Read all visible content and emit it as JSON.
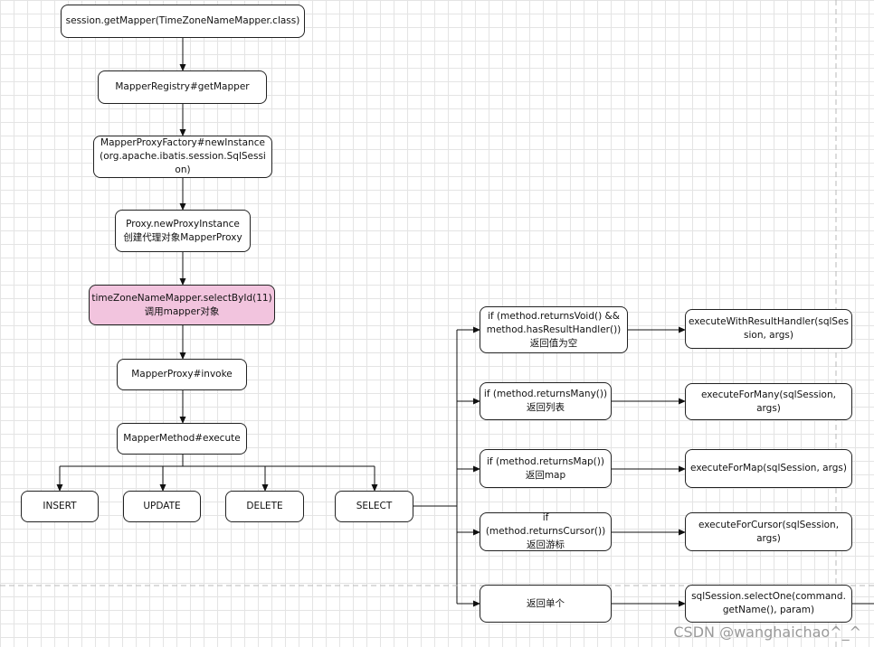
{
  "nodes": {
    "get_mapper": "session.getMapper(TimeZoneNameMapper.class)",
    "registry_get_mapper": "MapperRegistry#getMapper",
    "proxy_factory_new_instance": "MapperProxyFactory#newInstance(org.apache.ibatis.session.SqlSession)",
    "proxy_new_instance": "Proxy.newProxyInstance\n创建代理对象MapperProxy",
    "select_by_id": "timeZoneNameMapper.selectById(11)\n调用mapper对象",
    "mapper_proxy_invoke": "MapperProxy#invoke",
    "mapper_method_execute": "MapperMethod#execute",
    "insert": "INSERT",
    "update": "UPDATE",
    "delete": "DELETE",
    "select": "SELECT",
    "cond_returns_void": "if (method.returnsVoid()  &&\nmethod.hasResultHandler())\n返回值为空",
    "cond_returns_many": "if (method.returnsMany())\n返回列表",
    "cond_returns_map": "if (method.returnsMap())\n返回map",
    "cond_returns_cursor": "if (method.returnsCursor())\n返回游标",
    "cond_single": "返回单个",
    "exec_with_result_handler": "executeWithResultHandler(sqlSession, args)",
    "exec_for_many": "executeForMany(sqlSession, args)",
    "exec_for_map": "executeForMap(sqlSession, args)",
    "exec_for_cursor": "executeForCursor(sqlSession, args)",
    "select_one": "sqlSession.selectOne(command.getName(), param)"
  },
  "watermark": "CSDN @wanghaichao^_^",
  "colors": {
    "highlight_fill": "#f2c4de",
    "stroke": "#222222",
    "grid": "#e4e4e4"
  }
}
